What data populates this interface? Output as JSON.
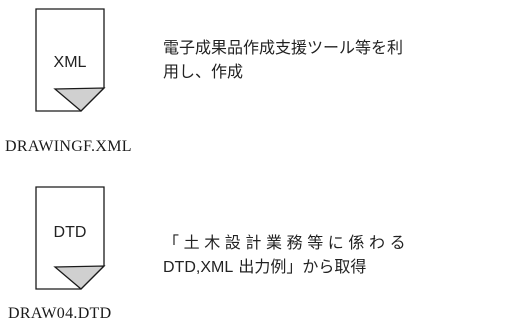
{
  "files": [
    {
      "icon_label": "XML",
      "filename": "DRAWINGF.XML",
      "description_lines": [
        "電子成果品作成支援ツール等を利",
        "用し、作成"
      ]
    },
    {
      "icon_label": "DTD",
      "filename": "DRAW04.DTD",
      "description_line1": "「土木設計業務等に係わる",
      "description_line2_prefix": "DTD,XML",
      "description_line2_suffix": "出力例」から取得"
    }
  ],
  "colors": {
    "outline": "#1a1a1a",
    "fold_fill": "#d0d0d0",
    "background": "#ffffff"
  },
  "icons": [
    "document-icon",
    "document-icon"
  ]
}
